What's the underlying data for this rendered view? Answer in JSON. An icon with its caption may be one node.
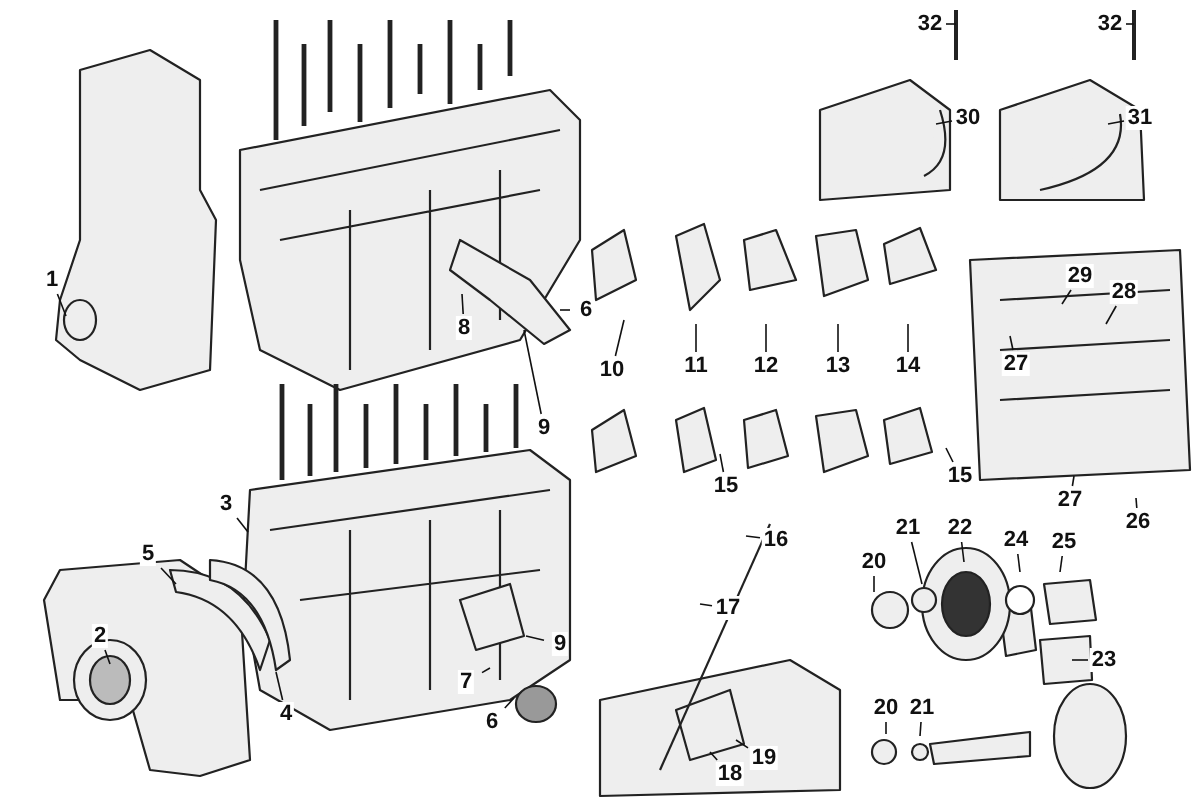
{
  "diagram": {
    "nodes": [
      {
        "text": [
          "32"
        ]
      },
      {
        "text": [
          "32"
        ]
      },
      {
        "text": [
          "30"
        ]
      },
      {
        "text": [
          "31"
        ]
      },
      {
        "text": [
          "29"
        ]
      },
      {
        "text": [
          "1"
        ]
      },
      {
        "text": [
          "28"
        ]
      },
      {
        "text": [
          "6"
        ]
      },
      {
        "text": [
          "8"
        ]
      },
      {
        "text": [
          "10"
        ]
      },
      {
        "text": [
          "11"
        ]
      },
      {
        "text": [
          "12"
        ]
      },
      {
        "text": [
          "13"
        ]
      },
      {
        "text": [
          "14"
        ]
      },
      {
        "text": [
          "27"
        ]
      },
      {
        "text": [
          "9"
        ]
      },
      {
        "text": [
          "15"
        ]
      },
      {
        "text": [
          "15"
        ]
      },
      {
        "text": [
          "27"
        ]
      },
      {
        "text": [
          "3"
        ]
      },
      {
        "text": [
          "26"
        ]
      },
      {
        "text": [
          "21"
        ]
      },
      {
        "text": [
          "22"
        ]
      },
      {
        "text": [
          "16"
        ]
      },
      {
        "text": [
          "24"
        ]
      },
      {
        "text": [
          "25"
        ]
      },
      {
        "text": [
          "5"
        ]
      },
      {
        "text": [
          "20"
        ]
      },
      {
        "text": [
          "17"
        ]
      },
      {
        "text": [
          "2"
        ]
      },
      {
        "text": [
          "9"
        ]
      },
      {
        "text": [
          "23"
        ]
      },
      {
        "text": [
          "7"
        ]
      },
      {
        "text": [
          "21"
        ]
      },
      {
        "text": [
          "20"
        ]
      },
      {
        "text": [
          "4"
        ]
      },
      {
        "text": [
          "6"
        ]
      },
      {
        "text": [
          "19"
        ]
      },
      {
        "text": [
          "18"
        ]
      }
    ],
    "edges": [
      {
        "from": 0,
        "to": null,
        "arrow": "none"
      },
      {
        "from": 1,
        "to": null,
        "arrow": "none"
      },
      {
        "from": 2,
        "to": null,
        "arrow": "none"
      },
      {
        "from": 3,
        "to": null,
        "arrow": "none"
      },
      {
        "from": 4,
        "to": null,
        "arrow": "none"
      },
      {
        "from": 5,
        "to": null,
        "arrow": "none"
      },
      {
        "from": 6,
        "to": null,
        "arrow": "none"
      },
      {
        "from": 7,
        "to": null,
        "arrow": "none"
      },
      {
        "from": 8,
        "to": null,
        "arrow": "none"
      },
      {
        "from": 9,
        "to": null,
        "arrow": "none"
      },
      {
        "from": 10,
        "to": null,
        "arrow": "none"
      },
      {
        "from": 11,
        "to": null,
        "arrow": "none"
      },
      {
        "from": 12,
        "to": null,
        "arrow": "none"
      },
      {
        "from": 13,
        "to": null,
        "arrow": "none"
      },
      {
        "from": 14,
        "to": null,
        "arrow": "none"
      },
      {
        "from": 15,
        "to": null,
        "arrow": "none"
      },
      {
        "from": 16,
        "to": null,
        "arrow": "none"
      },
      {
        "from": 17,
        "to": null,
        "arrow": "none"
      },
      {
        "from": 18,
        "to": null,
        "arrow": "none"
      },
      {
        "from": 19,
        "to": null,
        "arrow": "none"
      },
      {
        "from": 20,
        "to": null,
        "arrow": "none"
      },
      {
        "from": 21,
        "to": null,
        "arrow": "none"
      },
      {
        "from": 22,
        "to": null,
        "arrow": "none"
      },
      {
        "from": 23,
        "to": null,
        "arrow": "none"
      },
      {
        "from": 24,
        "to": null,
        "arrow": "none"
      },
      {
        "from": 25,
        "to": null,
        "arrow": "none"
      },
      {
        "from": 26,
        "to": null,
        "arrow": "none"
      },
      {
        "from": 27,
        "to": null,
        "arrow": "none"
      },
      {
        "from": 28,
        "to": null,
        "arrow": "none"
      },
      {
        "from": 29,
        "to": null,
        "arrow": "none"
      },
      {
        "from": 30,
        "to": null,
        "arrow": "none"
      },
      {
        "from": 31,
        "to": null,
        "arrow": "none"
      },
      {
        "from": 32,
        "to": null,
        "arrow": "none"
      },
      {
        "from": 33,
        "to": null,
        "arrow": "none"
      },
      {
        "from": 34,
        "to": null,
        "arrow": "none"
      },
      {
        "from": 35,
        "to": null,
        "arrow": "none"
      },
      {
        "from": 36,
        "to": null,
        "arrow": "none"
      },
      {
        "from": 37,
        "to": null,
        "arrow": "none"
      },
      {
        "from": 38,
        "to": null,
        "arrow": "none"
      }
    ]
  }
}
